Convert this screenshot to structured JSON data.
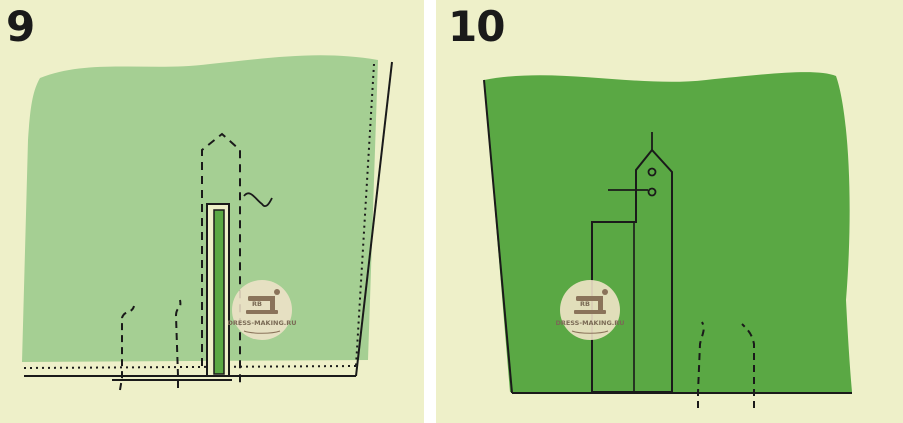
{
  "steps": [
    {
      "number": "9",
      "fabric_color": "#a5cf93"
    },
    {
      "number": "10",
      "fabric_color": "#5aa844"
    }
  ],
  "watermark": {
    "text": "DRESS-MAKING.RU",
    "monogram": "RB",
    "icon": "sewing-machine-icon"
  },
  "colors": {
    "background": "#eef0c9",
    "line": "#1a1a1a"
  }
}
